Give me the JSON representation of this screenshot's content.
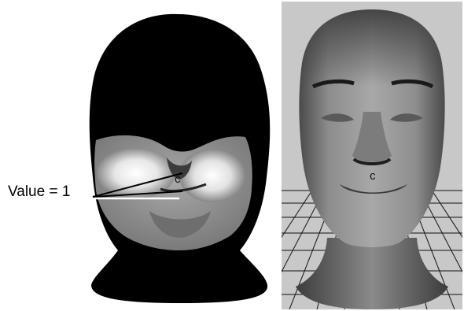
{
  "left_panel": {
    "callout_label": "Value = 1",
    "mouth_marker": "c"
  },
  "right_panel": {
    "mouth_marker": "c"
  },
  "colors": {
    "background": "#ffffff",
    "weight_zero": "#000000",
    "weight_one": "#ffffff",
    "viewport_bg": "#c8c8c8",
    "grid_line": "#111111"
  }
}
